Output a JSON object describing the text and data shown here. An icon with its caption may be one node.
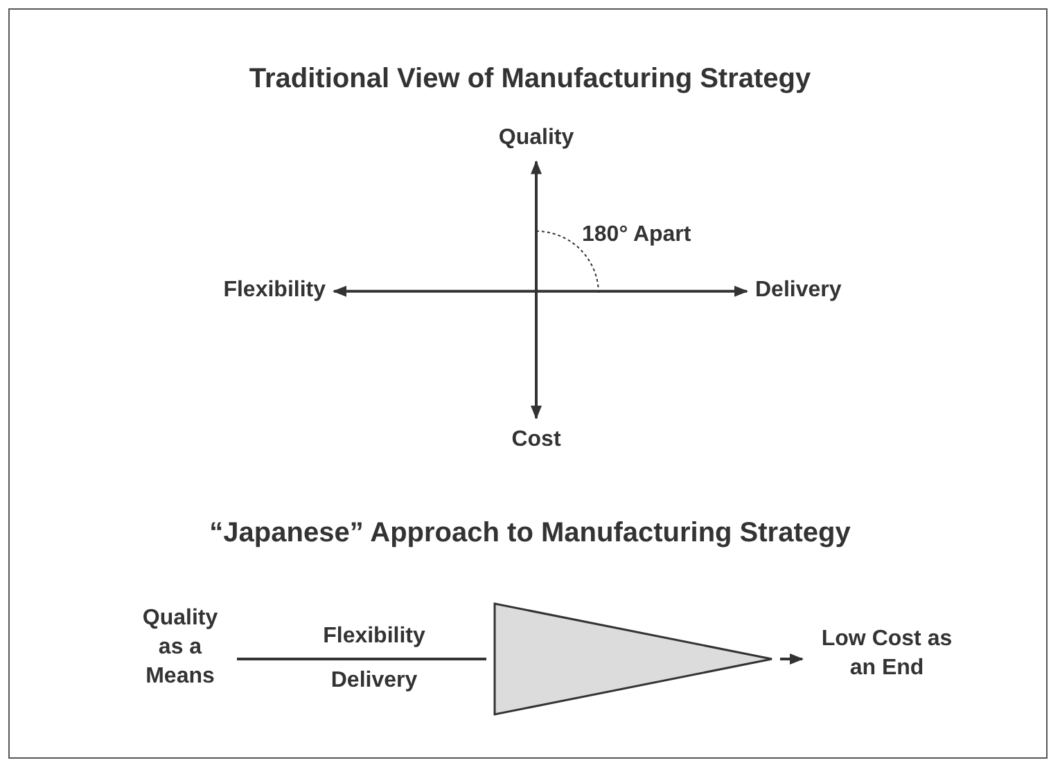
{
  "diagram": {
    "title": "Traditional View of Manufacturing Strategy",
    "nodes": [
      {
        "text": [
          "Quality"
        ]
      },
      {
        "text": [
          "Flexibility"
        ]
      },
      {
        "text": [
          "Delivery"
        ]
      },
      {
        "text": [
          "Cost"
        ]
      },
      {
        "text": [
          "Quality as a Means"
        ]
      },
      {
        "text": [],
        "shape": "triangle"
      },
      {
        "text": [
          "Low Cost as an End"
        ]
      }
    ],
    "edges": [
      {
        "from": 0,
        "to": 3,
        "arrow": "both"
      },
      {
        "from": 1,
        "to": 2,
        "arrow": "both"
      },
      {
        "from": 4,
        "to": 5,
        "arrow": "none"
      },
      {
        "from": 5,
        "to": 6,
        "arrow": "to"
      }
    ],
    "labels": [
      "180° Apart",
      "“Japanese” Approach to Manufacturing Strategy",
      "Flexibility",
      "Delivery"
    ]
  }
}
